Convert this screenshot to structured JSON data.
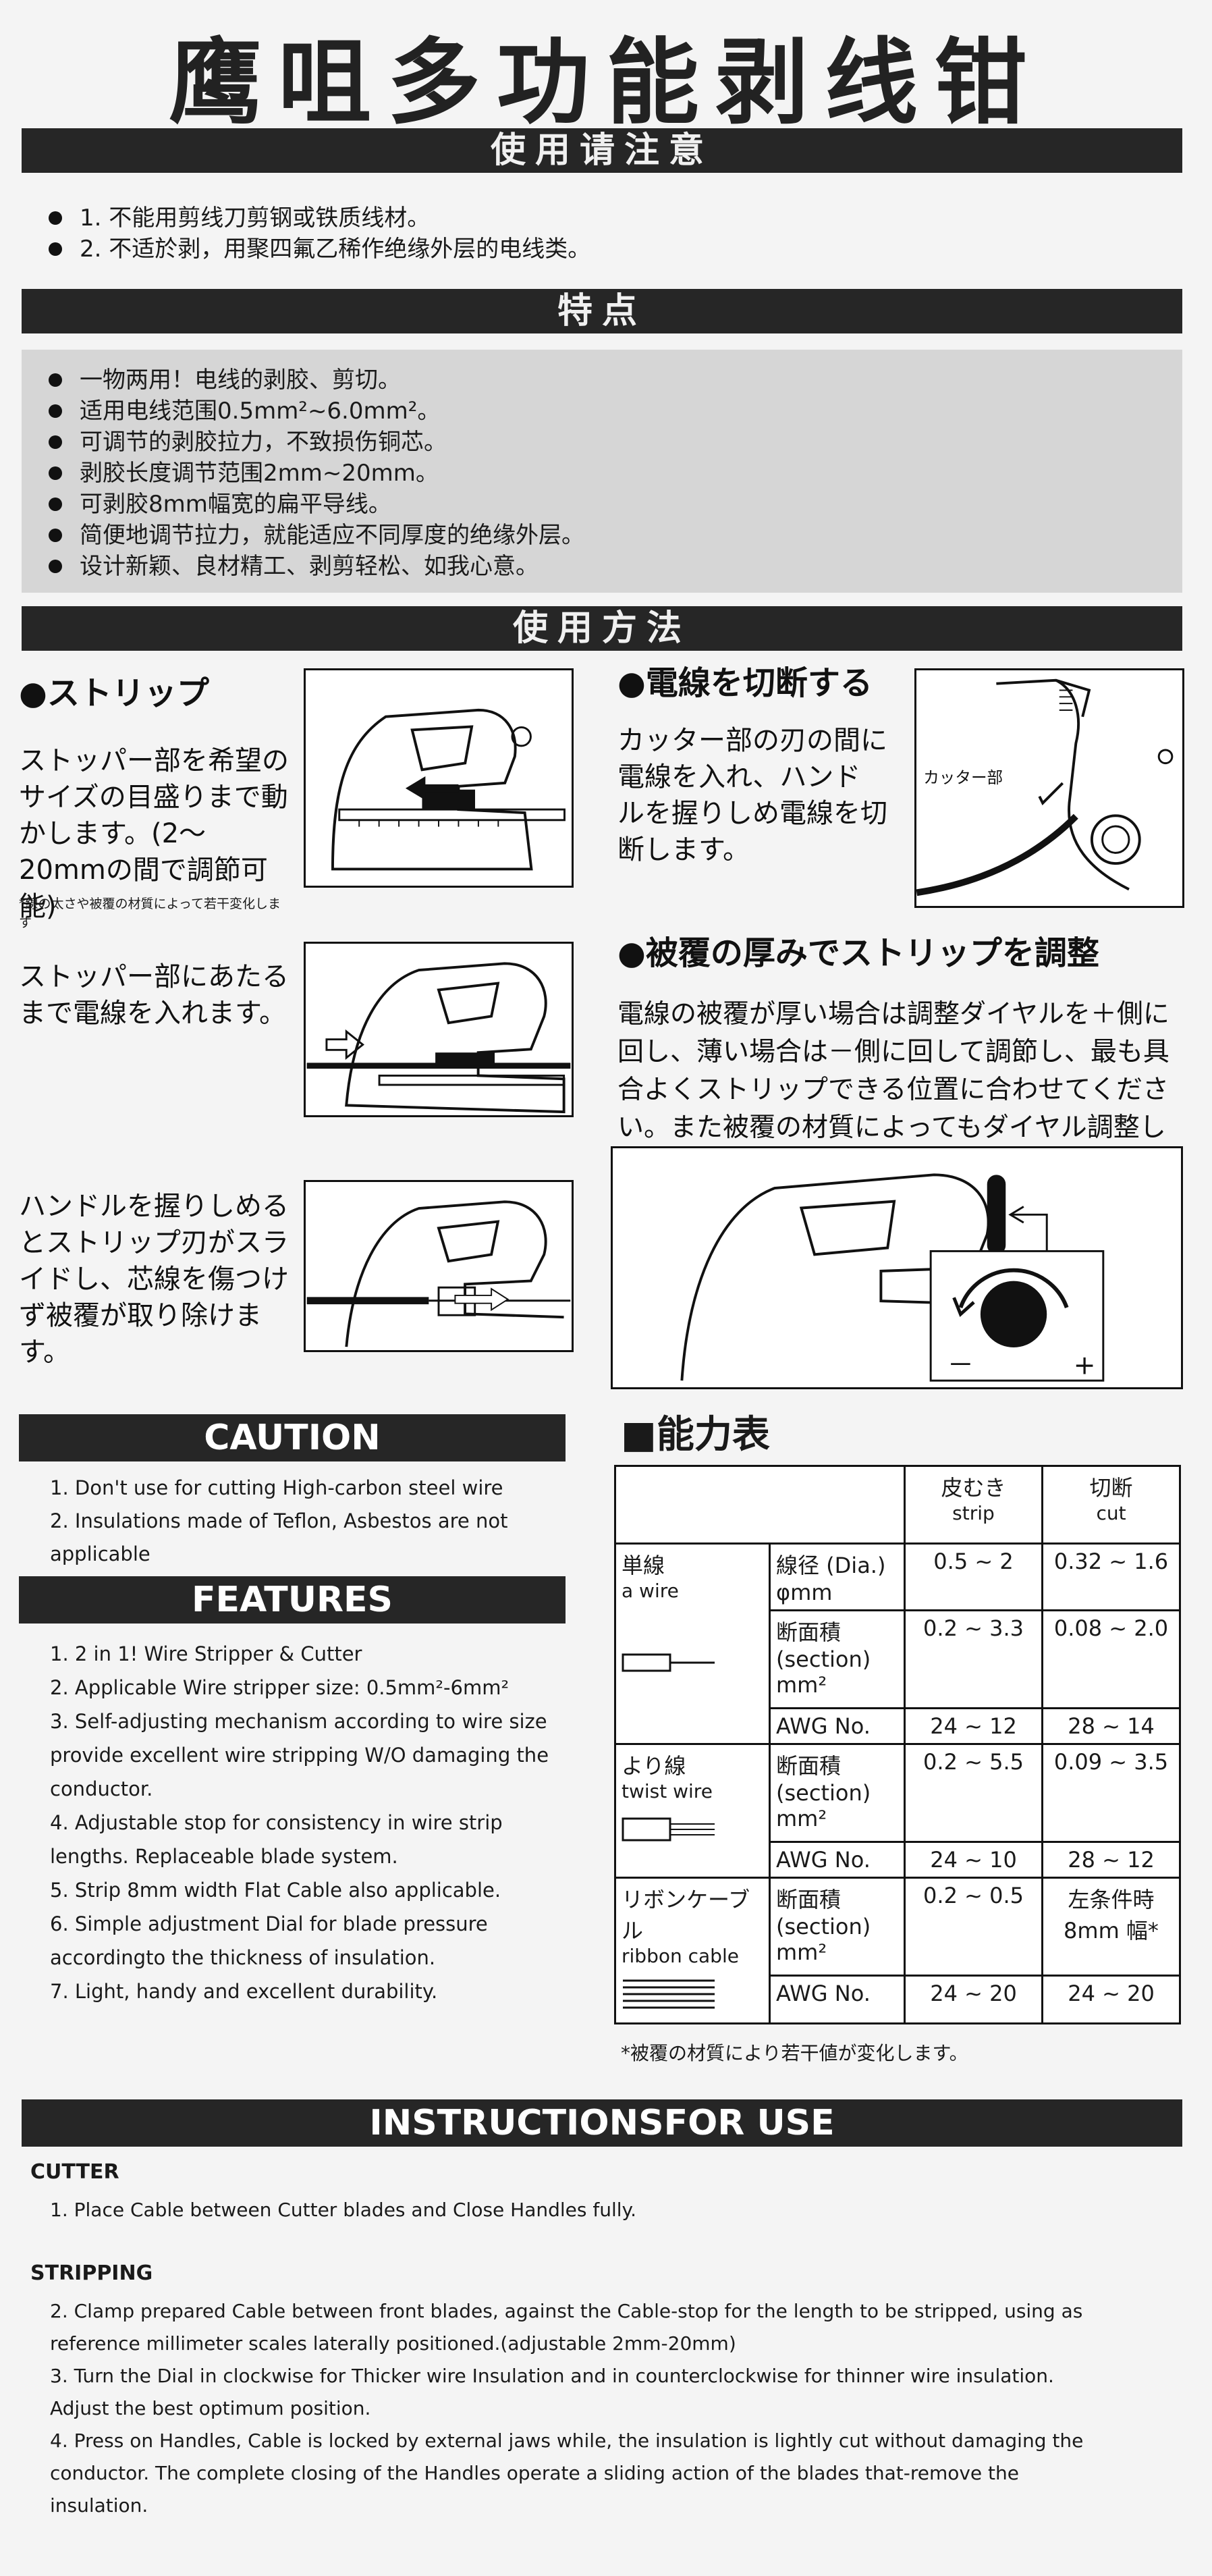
{
  "title": "鹰咀多功能剥线钳",
  "notice": {
    "heading": "使用请注意",
    "items": [
      "1. 不能用剪线刀剪钢或铁质线材。",
      "2. 不适於剥，用聚四氟乙稀作绝缘外层的电线类。"
    ]
  },
  "features_cn": {
    "heading": "特点",
    "items": [
      "一物两用！电线的剥胶、剪切。",
      "适用电线范围0.5mm²~6.0mm²。",
      "可调节的剥胶拉力，不致损伤铜芯。",
      "剥胶长度调节范围2mm~20mm。",
      "可剥胶8mm幅宽的扁平导线。",
      "简便地调节拉力，就能适应不同厚度的绝缘外层。",
      "设计新颖、良材精工、剥剪轻松、如我心意。"
    ]
  },
  "usage": {
    "heading": "使用方法",
    "strip_title": "●ストリップ",
    "strip_text": "ストッパー部を希望のサイズの目盛りまで動かします。(2～20mmの間で調節可能)",
    "strip_note": "*線の太さや被覆の材質によって若干変化します",
    "step2_text": "ストッパー部にあたるまで電線を入れます。",
    "step3_text": "ハンドルを握りしめるとストリップ刃がスライドし、芯線を傷つけず被覆が取り除けます。",
    "cut_title": "●電線を切断する",
    "cut_text": "カッター部の刃の間に電線を入れ、ハンドルを握りしめ電線を切断します。",
    "cutter_label": "カッター部",
    "adjust_title": "●被覆の厚みでストリップを調整",
    "adjust_text": "電線の被覆が厚い場合は調整ダイヤルを＋側に回し、薄い場合は－側に回して調節し、最も具合よくストリップできる位置に合わせてください。また被覆の材質によってもダイヤル調整してください。",
    "minus": "－",
    "plus": "+"
  },
  "caution": {
    "heading": "CAUTION",
    "items": [
      "1. Don't use for cutting High-carbon steel wire",
      "2. Insulations made of Teflon, Asbestos are not applicable"
    ]
  },
  "features_en": {
    "heading": "FEATURES",
    "items": [
      "1. 2 in 1! Wire Stripper & Cutter",
      "2. Applicable Wire stripper size: 0.5mm²-6mm²",
      "3. Self-adjusting mechanism according to wire size provide excellent wire stripping W/O damaging the conductor.",
      "4. Adjustable stop for consistency in wire strip lengths. Replaceable blade system.",
      "5. Strip 8mm width Flat Cable also applicable.",
      "6. Simple adjustment Dial for blade pressure accordingto the thickness of insulation.",
      "7. Light, handy and excellent durability."
    ]
  },
  "capacity": {
    "heading": "■能力表",
    "col_strip": "皮むき",
    "col_strip_en": "strip",
    "col_cut": "切断",
    "col_cut_en": "cut",
    "single_jp": "単線",
    "single_en": "a wire",
    "dia": "線径 (Dia.)",
    "dia_unit": "φmm",
    "section": "断面積 (section) mm²",
    "awg": "AWG No.",
    "single_dia_strip": "0.5 ~ 2",
    "single_dia_cut": "0.32 ~ 1.6",
    "single_sec_strip": "0.2 ~ 3.3",
    "single_sec_cut": "0.08 ~ 2.0",
    "single_awg_strip": "24 ~ 12",
    "single_awg_cut": "28 ~ 14",
    "twist_jp": "より線",
    "twist_en": "twist wire",
    "twist_sec_strip": "0.2 ~ 5.5",
    "twist_sec_cut": "0.09 ~ 3.5",
    "twist_awg_strip": "24 ~ 10",
    "twist_awg_cut": "28 ~ 12",
    "ribbon_jp": "リボンケーブル",
    "ribbon_en": "ribbon cable",
    "ribbon_sec_strip": "0.2 ~ 0.5",
    "ribbon_sec_cut": "左条件時 8mm 幅*",
    "ribbon_awg_strip": "24 ~ 20",
    "ribbon_awg_cut": "24 ~ 20",
    "note": "*被覆の材質により若干値が変化します。"
  },
  "instructions": {
    "heading": "INSTRUCTIONSFOR USE",
    "cutter_title": "CUTTER",
    "cutter_items": [
      "1. Place Cable between Cutter blades and Close Handles fully."
    ],
    "stripping_title": "STRIPPING",
    "stripping_items": [
      "2. Clamp prepared Cable between front blades, against the Cable-stop for the length to be stripped, using as reference millimeter scales laterally positioned.(adjustable 2mm-20mm)",
      "3. Turn the Dial in clockwise for Thicker wire Insulation and in counterclockwise for thinner wire insulation. Adjust the best optimum position.",
      "4. Press on Handles, Cable is locked by external jaws while, the insulation is lightly cut without damaging the conductor. The complete closing of the Handles operate a sliding action of the blades that-remove the insulation."
    ]
  }
}
